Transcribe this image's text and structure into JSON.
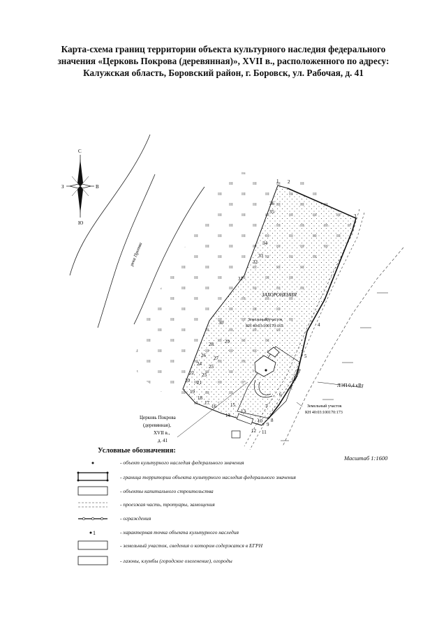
{
  "title": {
    "line1": "Карта-схема границ территории объекта культурного наследия  федерального",
    "line2": "значения «Церковь Покрова (деревянная)», XVII в., расположенного по адресу:",
    "line3": "Калужская область, Боровский район, г. Боровск, ул. Рабочая, д. 41"
  },
  "compass": {
    "north": "С",
    "south": "Ю",
    "west": "З",
    "east": "В"
  },
  "map": {
    "river": "река Протва",
    "zone": "ЗАХОРОНЕНИЯ",
    "parcel1_l1": "Земельный участок",
    "parcel1_l2": "КН 40:03:100170:165",
    "parcel2_l1": "Земельный участок",
    "parcel2_l2": "КН 40:03:100170:173",
    "power_line": "ЛЭП 0,4 кВт",
    "street": "ул. Рабочая",
    "church_l1": "Церковь Покрова",
    "church_l2": "(деревянная),",
    "church_l3": "XVII в.,",
    "church_l4": "д. 41",
    "points": [
      "1",
      "2",
      "3",
      "4",
      "5",
      "6",
      "7",
      "8",
      "9",
      "10",
      "11",
      "12",
      "13",
      "14",
      "15",
      "16",
      "17",
      "18",
      "19",
      "20",
      "21",
      "22",
      "23",
      "24",
      "25",
      "26",
      "27",
      "28",
      "29",
      "30",
      "31",
      "32",
      "33",
      "34",
      "35",
      "36"
    ]
  },
  "scale": "Масштаб 1:1600",
  "legend": {
    "title": "Условные обозначения:",
    "items": [
      "- объект культурного наследия федерального значения",
      "- граница территории объекта культурного наследия федерального значения",
      "- объекты капитального строительства",
      "- проезжая часть, тротуары, замощения",
      "- ограждения",
      "- характерная точка объекта культурного наследия",
      "- земельный участок, сведения о котором содержатся в ЕГРН",
      "- газоны, клумбы (городское озеленение), огороды"
    ],
    "point_label": "1"
  }
}
